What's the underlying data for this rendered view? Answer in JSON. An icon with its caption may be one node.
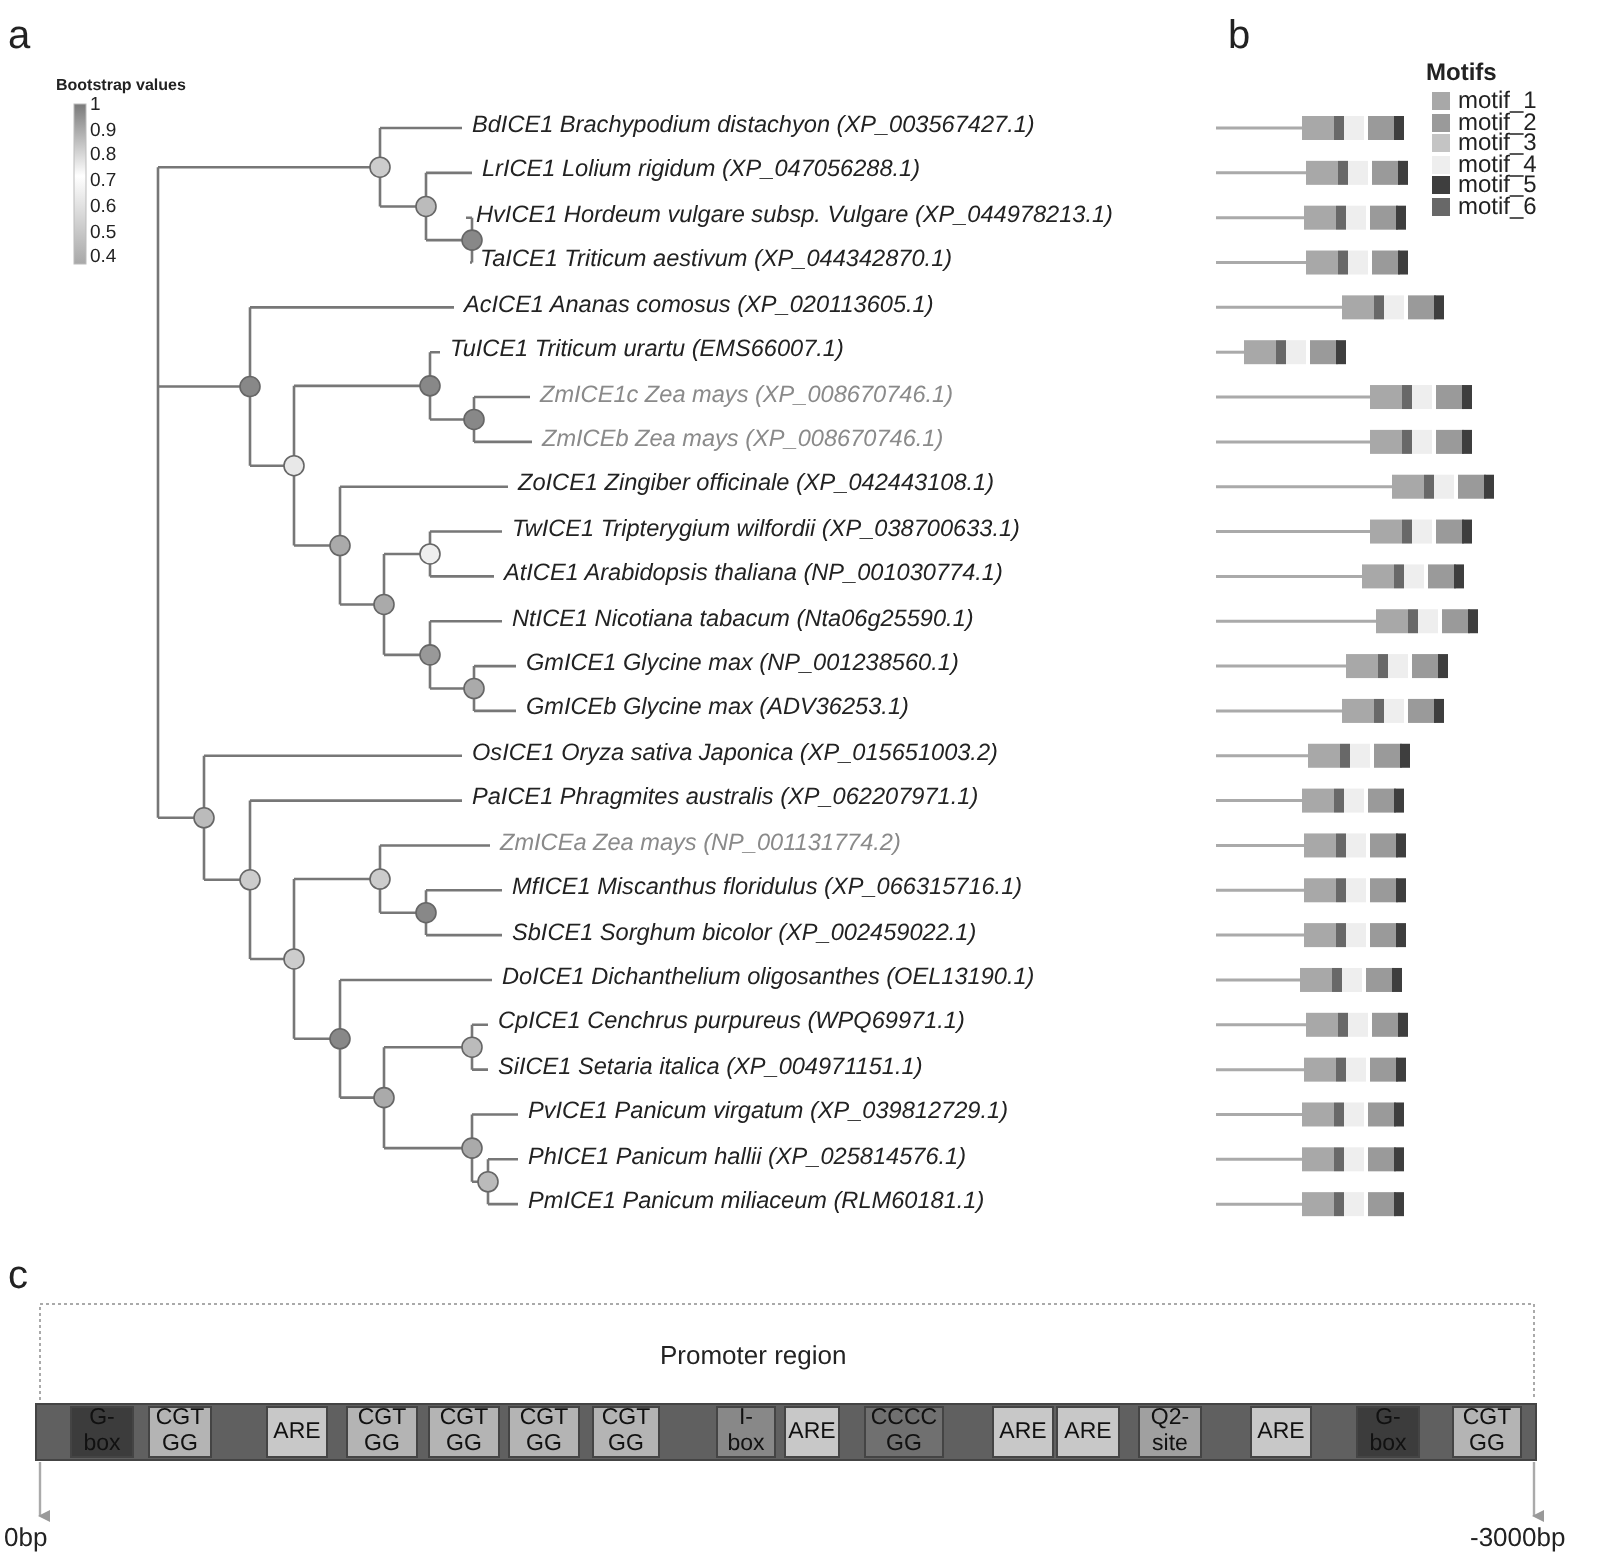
{
  "diagram": {
    "nodes": [
      {
        "text": [
          "G- box"
        ]
      },
      {
        "text": [
          "CGT GG"
        ]
      },
      {
        "text": [
          "ARE"
        ]
      },
      {
        "text": [
          "CGT GG"
        ]
      },
      {
        "text": [
          "CGT GG"
        ]
      },
      {
        "text": [
          "CGT GG"
        ]
      },
      {
        "text": [
          "CGT GG"
        ]
      },
      {
        "text": [
          "I- box"
        ]
      },
      {
        "text": [
          "ARE"
        ]
      },
      {
        "text": [
          "CCCC GG"
        ]
      },
      {
        "text": [
          "ARE"
        ]
      },
      {
        "text": [
          "ARE"
        ]
      },
      {
        "text": [
          "Q2- site"
        ]
      },
      {
        "text": [
          "ARE"
        ]
      },
      {
        "text": [
          "G- box"
        ]
      },
      {
        "text": [
          "CGT GG"
        ]
      }
    ],
    "labels": [
      "a",
      "Bootstrap values",
      "1",
      "0.9",
      "0.8",
      "0.7",
      "0.6",
      "0.5",
      "0.4",
      "BdICE1 Brachypodium distachyon (XP_003567427.1)",
      "LrICE1 Lolium rigidum (XP_047056288.1)",
      "HvICE1 Hordeum vulgare subsp. Vulgare (XP_044978213.1)",
      "TaICE1 Triticum aestivum (XP_044342870.1)",
      "AcICE1 Ananas comosus (XP_020113605.1)",
      "TuICE1 Triticum urartu (EMS66007.1)",
      "ZmICE1c Zea mays (XP_008670746.1)",
      "ZmICEb Zea mays (XP_008670746.1)",
      "ZoICE1 Zingiber officinale (XP_042443108.1)",
      "TwICE1 Tripterygium wilfordii (XP_038700633.1)",
      "AtICE1 Arabidopsis thaliana (NP_001030774.1)",
      "NtICE1 Nicotiana tabacum (Nta06g25590.1)",
      "GmICE1 Glycine max (NP_001238560.1)",
      "GmICEb Glycine max (ADV36253.1)",
      "OsICE1 Oryza sativa Japonica (XP_015651003.2)",
      "PaICE1 Phragmites australis (XP_062207971.1)",
      "ZmICEa Zea mays (NP_001131774.2)",
      "MfICE1 Miscanthus floridulus (XP_066315716.1)",
      "SbICE1 Sorghum bicolor (XP_002459022.1)",
      "DoICE1 Dichanthelium oligosanthes (OEL13190.1)",
      "CpICE1 Cenchrus purpureus (WPQ69971.1)",
      "SiICE1 Setaria italica (XP_004971151.1)",
      "PvICE1 Panicum virgatum (XP_039812729.1)",
      "PhICE1 Panicum hallii (XP_025814576.1)",
      "PmICE1 Panicum miliaceum (RLM60181.1)",
      "b",
      "Motifs",
      "c",
      "Promoter region",
      "0bp",
      "-3000bp"
    ],
    "legend": [
      {
        "text": "motif_1",
        "color": "#a8a8a8"
      },
      {
        "text": "motif_2",
        "color": "#9a9a9a"
      },
      {
        "text": "motif_3",
        "color": "#c4c4c4"
      },
      {
        "text": "motif_4",
        "color": "#eeeeee"
      },
      {
        "text": "motif_5",
        "color": "#3e3e3e"
      },
      {
        "text": "motif_6",
        "color": "#686868"
      }
    ]
  }
}
